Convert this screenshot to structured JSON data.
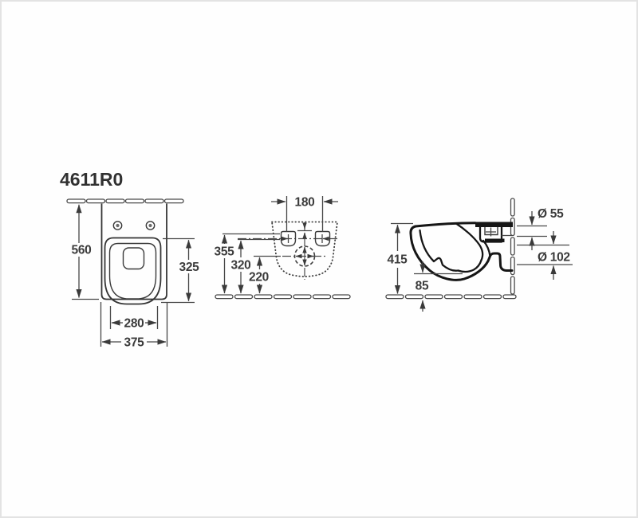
{
  "title": "4611R0",
  "colors": {
    "line": "#3a3a3a",
    "background": "#ffffff"
  },
  "drawing": {
    "front_view": {
      "dim_depth": "560",
      "dim_bowl_length": "325",
      "dim_bowl_width": "280",
      "dim_width": "375"
    },
    "wall_elevation_view": {
      "dim_bolt_spacing": "180",
      "dim_height_top": "355",
      "dim_height_bolts": "320",
      "dim_height_outlet": "220"
    },
    "side_section_view": {
      "dim_height": "415",
      "dim_clearance": "85",
      "dim_inlet_diameter": "Ø 55",
      "dim_outlet_diameter": "Ø 102"
    }
  }
}
